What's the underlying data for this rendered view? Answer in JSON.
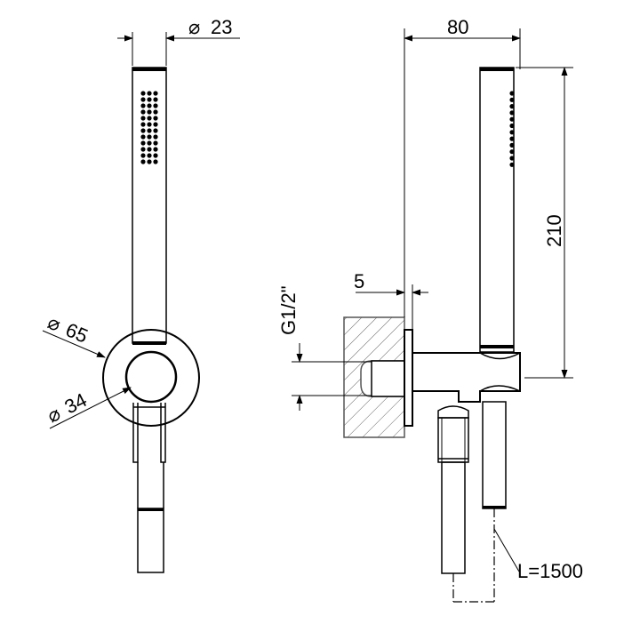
{
  "dimensions": {
    "hand_shower_diameter": "23",
    "wall_outlet_depth": "80",
    "hand_shower_length": "210",
    "wall_offset": "5",
    "thread_size": "G1/2\"",
    "rosette_diameter": "65",
    "outlet_diameter": "34",
    "hose_length": "L=1500"
  },
  "symbols": {
    "diameter": "⌀"
  }
}
